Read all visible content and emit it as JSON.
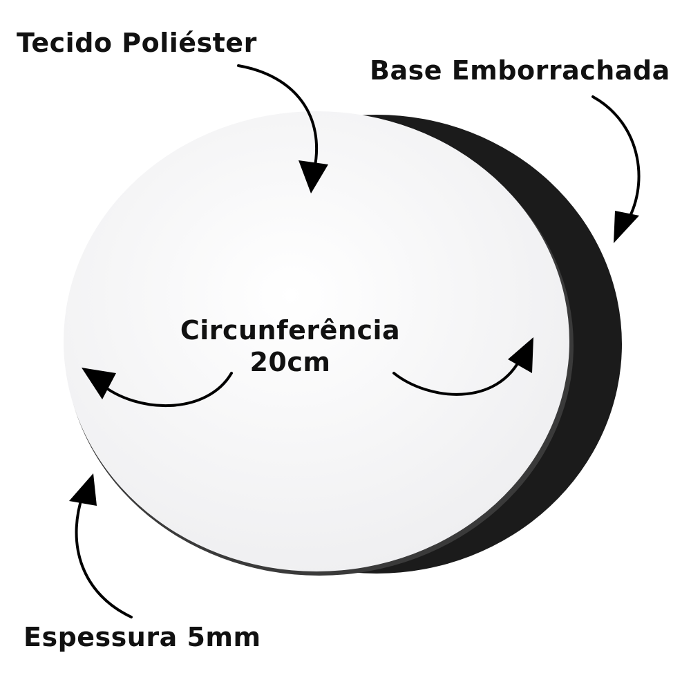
{
  "labels": {
    "fabric": "Tecido Poliéster",
    "base": "Base Emborrachada",
    "circumference_title": "Circunferência",
    "circumference_value": "20cm",
    "thickness": "Espessura 5mm"
  },
  "colors": {
    "fabric": "#fafafa",
    "rubber_base": "#1a1a1a",
    "text": "#111111"
  }
}
